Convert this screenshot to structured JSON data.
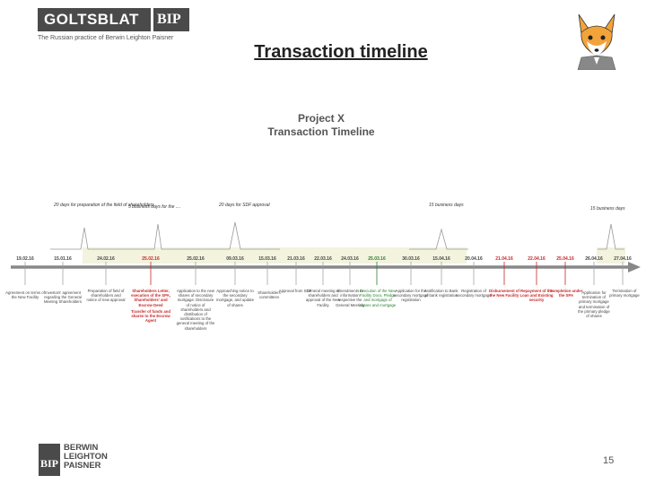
{
  "header": {
    "brand": "GOLTSBLAT",
    "brand_mark": "BIP",
    "tagline": "The Russian practice of Berwin Leighton Paisner"
  },
  "slide": {
    "title": "Transaction timeline",
    "page_number": "15"
  },
  "diagram": {
    "project_title": "Project X",
    "project_subtitle": "Transaction Timeline",
    "phases": [
      {
        "label": "20 days for preparation of the field of shareholders"
      },
      {
        "label": "5 business days for the ...."
      },
      {
        "label": "20 days for SDF approval"
      },
      {
        "label": "15 business days"
      },
      {
        "label": "15 business days"
      }
    ],
    "dates": [
      {
        "text": "19.02.16",
        "tone": "normal"
      },
      {
        "text": "15.01.16",
        "tone": "normal"
      },
      {
        "text": "24.02.16",
        "tone": "normal"
      },
      {
        "text": "25.02.16",
        "tone": "red"
      },
      {
        "text": "25.02.16",
        "tone": "normal"
      },
      {
        "text": "09.03.16",
        "tone": "normal"
      },
      {
        "text": "15.03.16",
        "tone": "normal"
      },
      {
        "text": "21.03.16",
        "tone": "normal"
      },
      {
        "text": "22.03.16",
        "tone": "normal"
      },
      {
        "text": "24.03.16",
        "tone": "normal"
      },
      {
        "text": "25.03.16",
        "tone": "green"
      },
      {
        "text": "30.03.16",
        "tone": "normal"
      },
      {
        "text": "15.04.16",
        "tone": "normal"
      },
      {
        "text": "20.04.16",
        "tone": "normal"
      },
      {
        "text": "21.04.16",
        "tone": "red"
      },
      {
        "text": "22.04.16",
        "tone": "red"
      },
      {
        "text": "25.04.16",
        "tone": "red"
      },
      {
        "text": "26.04.16",
        "tone": "normal"
      },
      {
        "text": "27.04.16",
        "tone": "normal"
      }
    ],
    "events": [
      {
        "text": "Agreement on terms of the New Facility",
        "tone": "normal"
      },
      {
        "text": "Investors' agreement regarding the General Meeting Shareholders",
        "tone": "normal"
      },
      {
        "text": "Preparation of field of shareholders and notice of new approval",
        "tone": "normal"
      },
      {
        "text": "Shareholders Letter, execution of the SPA, Shareholders' and Escrow Deed",
        "tone": "red",
        "sub": "Transfer of funds and shares to the Escrow Agent"
      },
      {
        "text": "Application to the new shares of secondary mortgage. Disclosure of notice of shareholders and distribution of notifications to the general meeting of the shareholders",
        "tone": "normal"
      },
      {
        "text": "Approaching notice to the secondary mortgage, and update of shares",
        "tone": "normal"
      },
      {
        "text": "Shareholders committees",
        "tone": "normal"
      },
      {
        "text": "Approval from SDF",
        "tone": "normal"
      },
      {
        "text": "General meeting of shareholders and approval of the New Facility",
        "tone": "normal"
      },
      {
        "text": "Amendments or information respective the General Meeting",
        "tone": "normal"
      },
      {
        "text": "Execution of the New Facility Docs, Pledge and mortgage of shares and mortgage",
        "tone": "green"
      },
      {
        "text": "Application for the secondary mortgage registration",
        "tone": "normal"
      },
      {
        "text": "Notification to Bank of bank registration",
        "tone": "normal"
      },
      {
        "text": "Registration of secondary mortgage",
        "tone": "normal"
      },
      {
        "text": "Disbursement of the New Facility",
        "tone": "red"
      },
      {
        "text": "Repayment of the Loan and Existing security",
        "tone": "red"
      },
      {
        "text": "Completion under the SPA",
        "tone": "red"
      },
      {
        "text": "Application for termination of primary mortgage and termination of the primary pledge of shares",
        "tone": "normal"
      },
      {
        "text": "Termination of primary mortgage",
        "tone": "normal"
      }
    ]
  },
  "footer": {
    "logo_mark": "BIP",
    "logo_line1": "BERWIN",
    "logo_line2": "LEIGHTON",
    "logo_line3": "PAISNER"
  }
}
